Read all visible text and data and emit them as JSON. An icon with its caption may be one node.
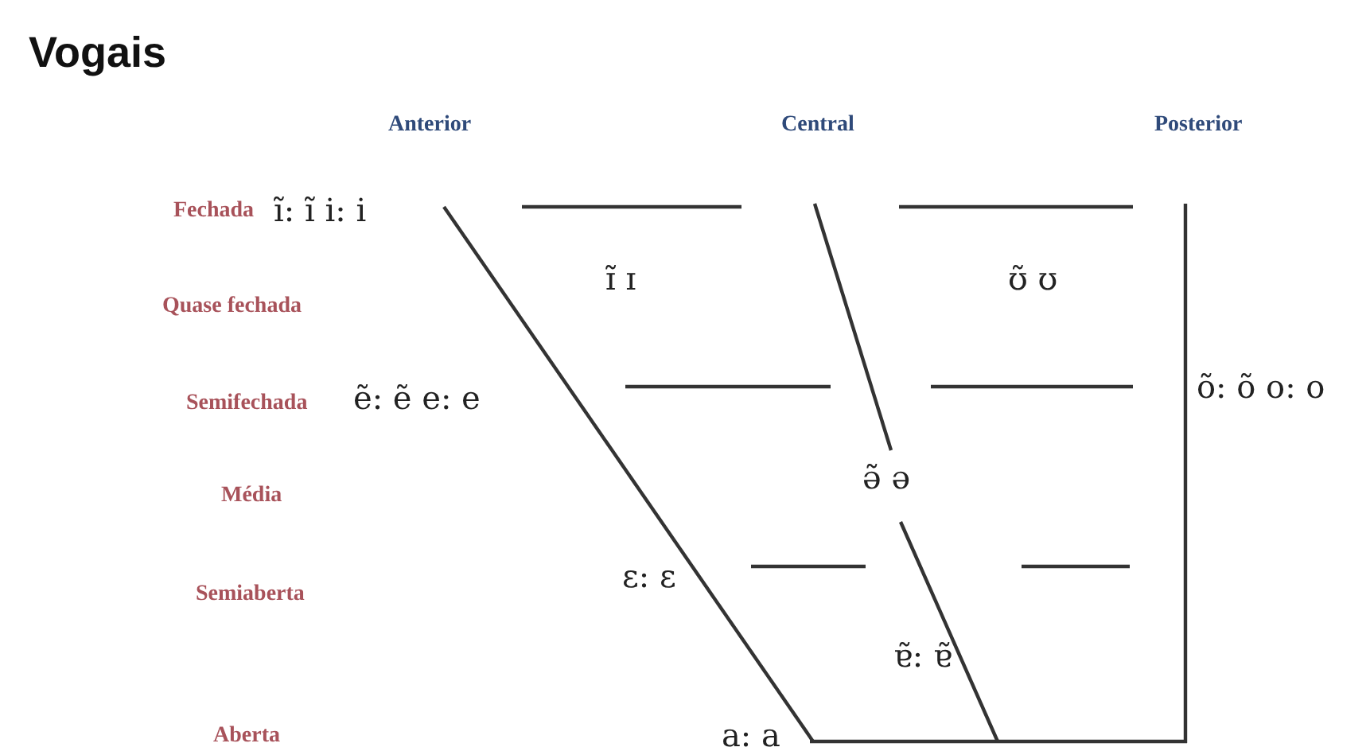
{
  "diagram": {
    "title": "Vogais",
    "labels": [
      "Anterior",
      "Central",
      "Posterior",
      "Fechada",
      "ĩ: ĩ i: i",
      "Quase fechada",
      "ɪ̃ ɪ",
      "ʊ̃ ʊ",
      "Semifechada",
      "ẽ: ẽ e: e",
      "õ: õ o: o",
      "Média",
      "ə̃ ə",
      "Semiaberta",
      "ɛ: ɛ",
      "ɐ̃: ɐ̃",
      "Aberta",
      "a: a"
    ]
  }
}
